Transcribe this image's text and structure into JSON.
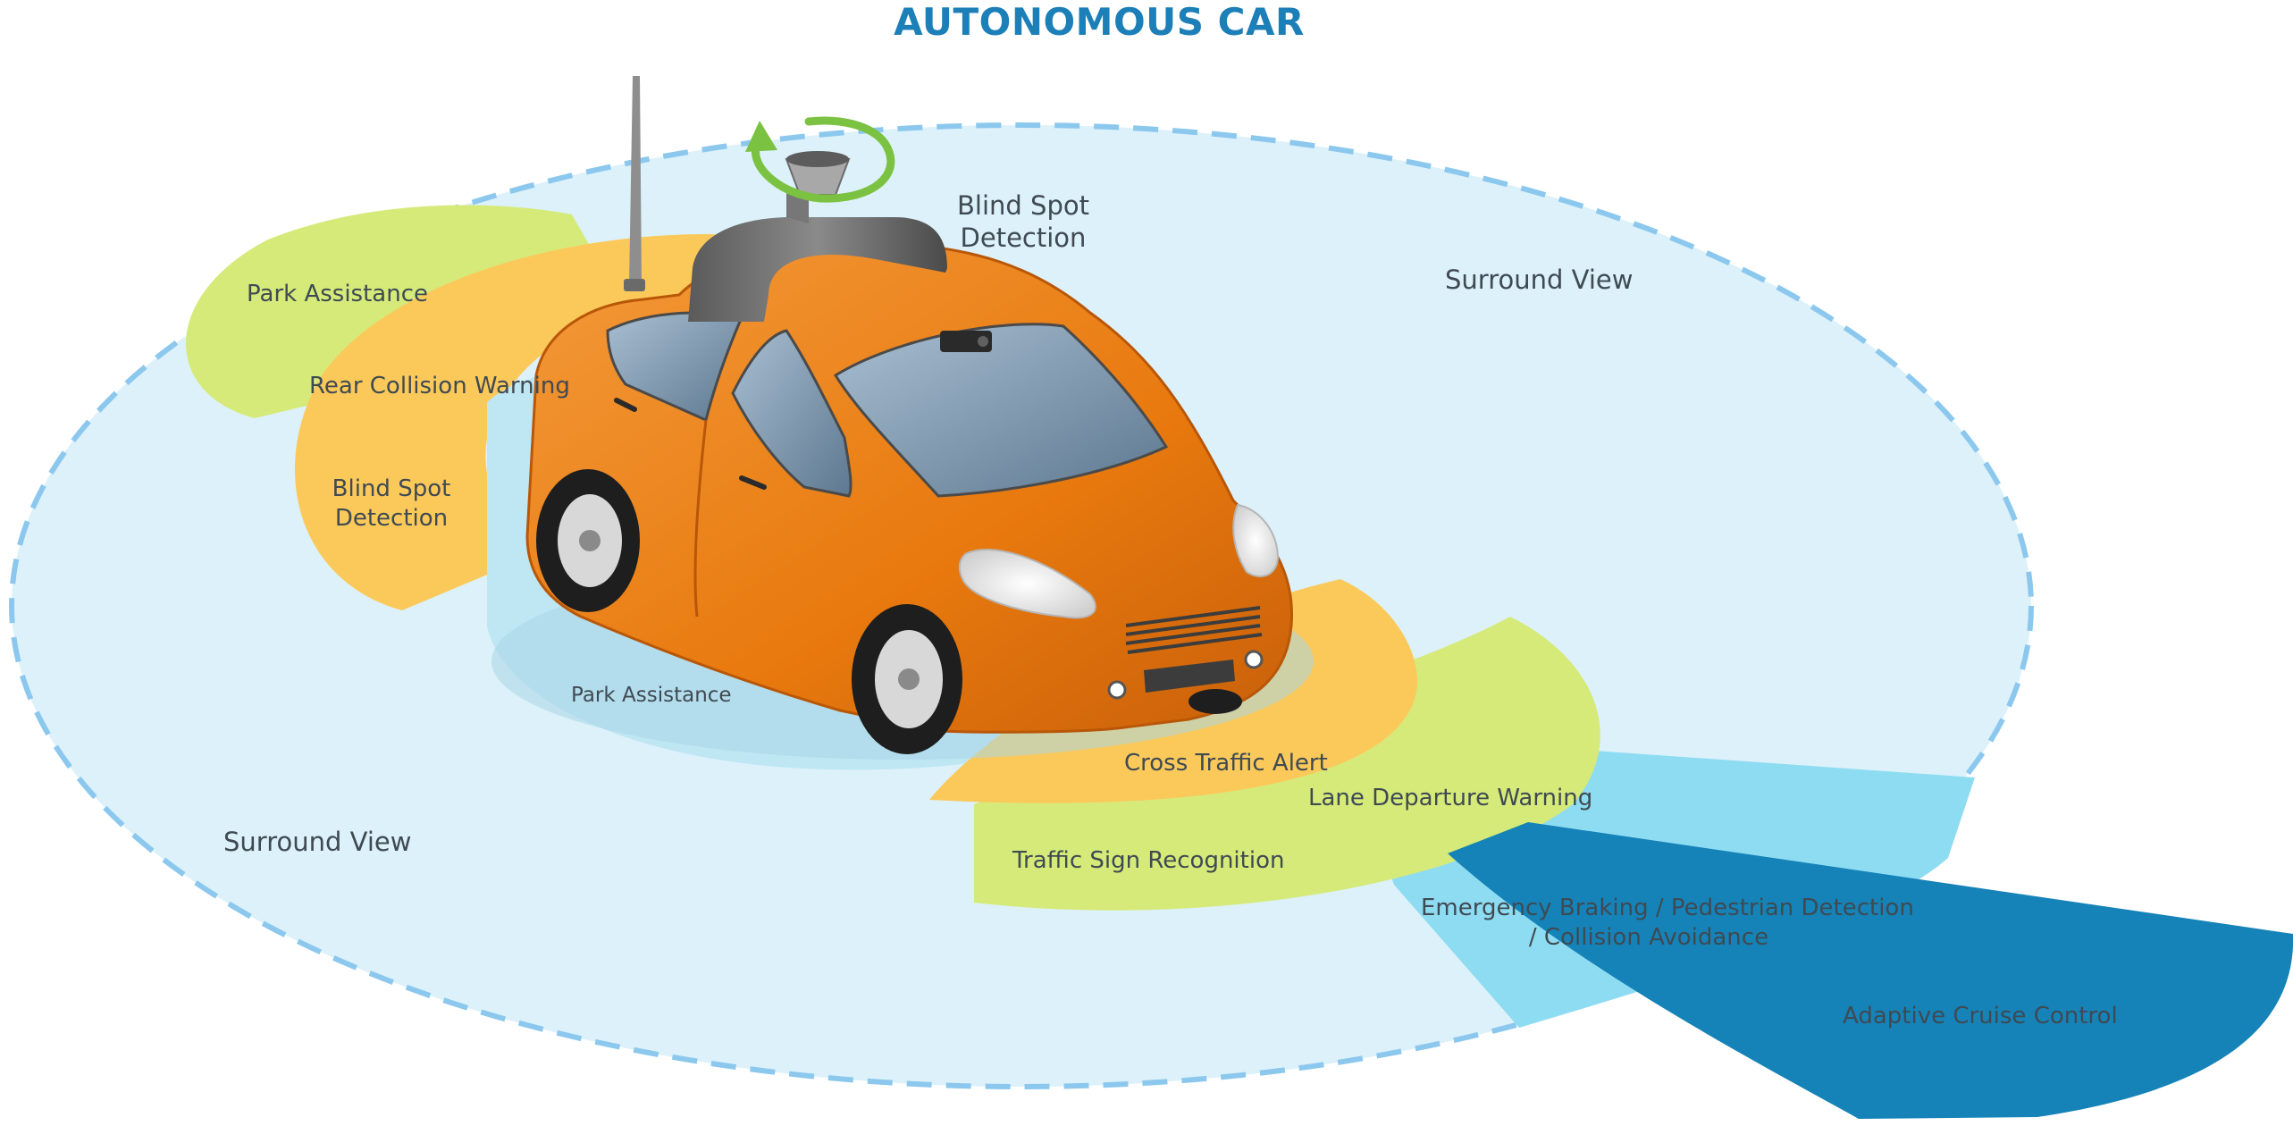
{
  "title": "AUTONOMOUS CAR",
  "labels": {
    "park_assistance_rear": "Park Assistance",
    "rear_collision_warning": "Rear Collision Warning",
    "blind_spot_rear_l1": "Blind Spot",
    "blind_spot_rear_l2": "Detection",
    "blind_spot_top_l1": "Blind Spot",
    "blind_spot_top_l2": "Detection",
    "surround_view_right": "Surround View",
    "surround_view_left": "Surround View",
    "park_assistance_front": "Park Assistance",
    "cross_traffic_alert": "Cross Traffic Alert",
    "lane_departure_warning": "Lane Departure Warning",
    "traffic_sign_recognition": "Traffic Sign Recognition",
    "emergency_braking_l1": "Emergency Braking / Pedestrian Detection",
    "emergency_braking_l2": "/ Collision Avoidance",
    "adaptive_cruise_control": "Adaptive Cruise Control"
  },
  "colors": {
    "title": "#1c7fb7",
    "surround_fill": "#dcf1fa",
    "surround_stroke": "#8cc8ee",
    "park_zone": "#d6ea7a",
    "collision_zone": "#fbc95a",
    "near_zone": "#bfe6f3",
    "emergency_zone": "#8edcf2",
    "acc_zone": "#1583b8",
    "car_body": "#e8790e",
    "label_text": "#3f4a52"
  }
}
